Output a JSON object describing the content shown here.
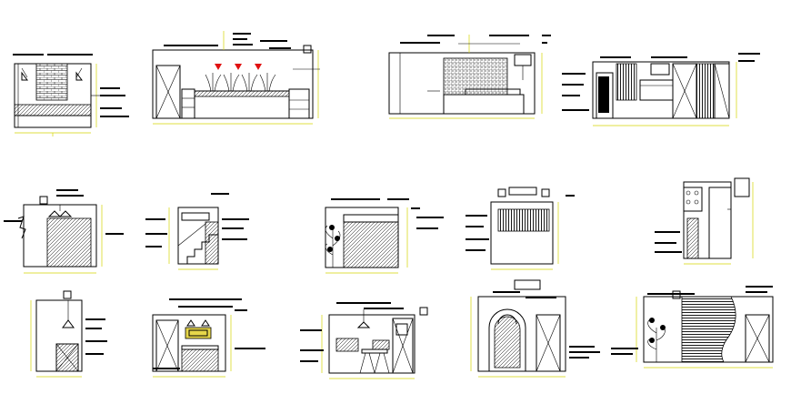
{
  "drawing": {
    "line_color": "#000000",
    "dimension_color": "#d4d400",
    "accent_color": "#e01010",
    "background": "#ffffff"
  },
  "elevations": [
    {
      "id": "e1",
      "content": "brick-panel-counter"
    },
    {
      "id": "e2",
      "content": "reception-counter-plants"
    },
    {
      "id": "e3",
      "content": "tiled-wall-counter"
    },
    {
      "id": "e4",
      "content": "panel-wall-doors"
    },
    {
      "id": "e5",
      "content": "hatched-wall-lights"
    },
    {
      "id": "e6",
      "content": "staircase-section"
    },
    {
      "id": "e7",
      "content": "hatched-wall-plant"
    },
    {
      "id": "e8",
      "content": "slatted-panel"
    },
    {
      "id": "e9",
      "content": "door-with-rack"
    },
    {
      "id": "e10",
      "content": "cabinet-pendant"
    },
    {
      "id": "e11",
      "content": "sideboard-picture"
    },
    {
      "id": "e12",
      "content": "dining-set-tall-door"
    },
    {
      "id": "e13",
      "content": "arched-niche-door"
    },
    {
      "id": "e14",
      "content": "curved-slat-wall-plant"
    }
  ]
}
